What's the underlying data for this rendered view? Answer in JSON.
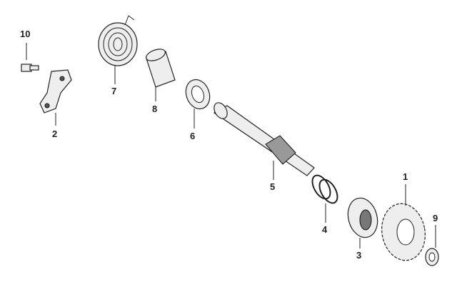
{
  "diagram": {
    "labels": {
      "p1": "1",
      "p2": "2",
      "p3": "3",
      "p4": "4",
      "p5": "5",
      "p6": "6",
      "p7": "7",
      "p8": "8",
      "p9": "9",
      "p10": "10"
    }
  }
}
